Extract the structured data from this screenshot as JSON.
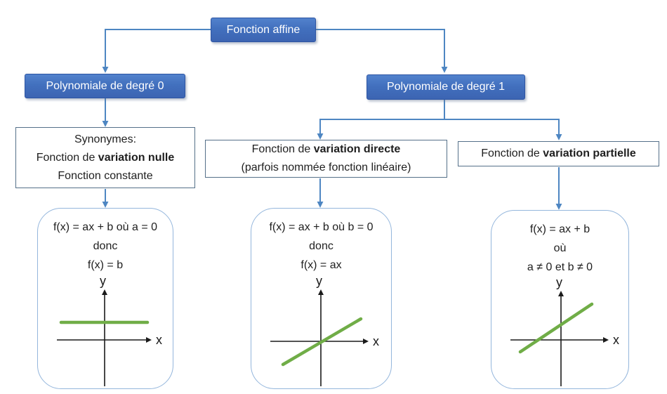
{
  "root": {
    "label": "Fonction affine"
  },
  "branches": {
    "degree0": {
      "label": "Polynomiale de degré 0"
    },
    "degree1": {
      "label": "Polynomiale de degré 1"
    }
  },
  "synonyms_box": {
    "line1": "Synonymes:",
    "line2_prefix": "Fonction de ",
    "line2_bold": "variation nulle",
    "line3": "Fonction constante"
  },
  "direct_box": {
    "line1_prefix": "Fonction de ",
    "line1_bold": "variation directe",
    "line2": "(parfois nommée fonction linéaire)"
  },
  "partial_box": {
    "line_prefix": "Fonction de ",
    "line_bold": "variation partielle"
  },
  "cards": [
    {
      "formula_line1": "f(x) = ax + b où a = 0",
      "formula_line2": "donc",
      "formula_line3": "f(x) = b",
      "graph_type": "constant-horizontal-green-line-above-x-axis"
    },
    {
      "formula_line1": "f(x) = ax + b où b = 0",
      "formula_line2": "donc",
      "formula_line3": "f(x) = ax",
      "graph_type": "green-line-through-origin-positive-slope"
    },
    {
      "formula_line1": "f(x) = ax + b",
      "formula_line2": "où",
      "formula_line3": "a ≠ 0 et b ≠ 0",
      "graph_type": "green-line-positive-slope-positive-y-intercept"
    }
  ],
  "axis": {
    "x": "x",
    "y": "y"
  },
  "colors": {
    "node_fill_top": "#5282cd",
    "node_fill_bottom": "#3c64b2",
    "node_border": "#2e55a3",
    "node_text": "#ffffff",
    "connector": "#4e86c2",
    "white_box_border": "#557089",
    "card_border": "#94b6dc",
    "graph_line_green": "#70ad47",
    "axis": "#1a1a1a",
    "text": "#1f1f1f"
  }
}
